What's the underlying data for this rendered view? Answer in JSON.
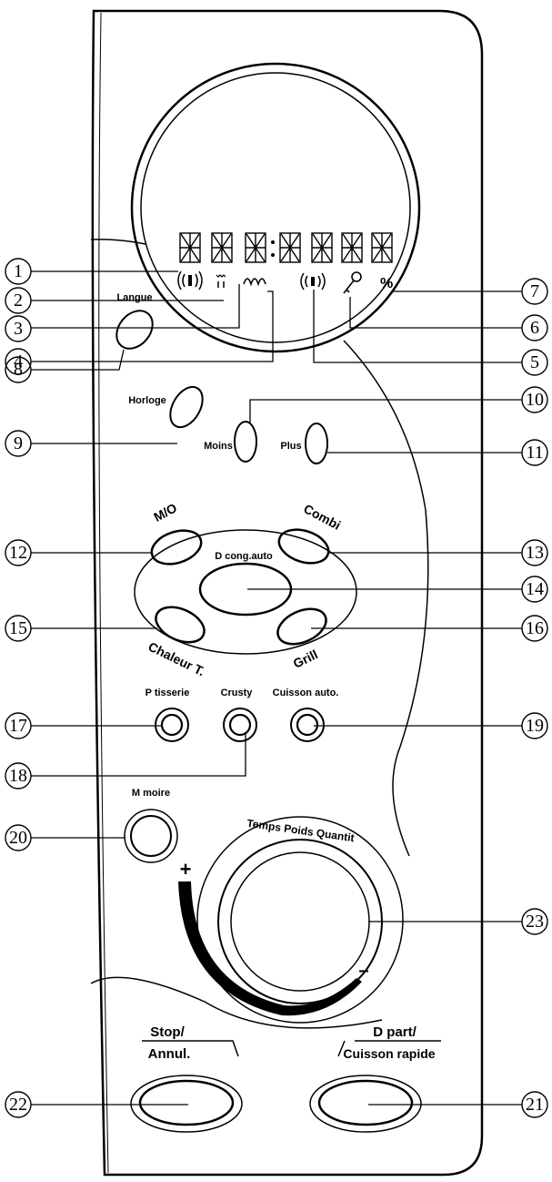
{
  "buttons": {
    "langue": "Langue",
    "horloge": "Horloge",
    "moins": "Moins",
    "plus": "Plus",
    "mo": "M/O",
    "combi": "Combi",
    "decong": "D cong.auto",
    "chaleur": "Chaleur T.",
    "grill": "Grill",
    "patisserie": "P tisserie",
    "crusty": "Crusty",
    "cuisson_auto": "Cuisson auto.",
    "memoire": "M moire",
    "dial": "Temps Poids Quantit",
    "stop_line1": "Stop/",
    "stop_line2": "Annul.",
    "depart_line1": "D part/",
    "depart_line2": "Cuisson rapide"
  },
  "display": {
    "percent_symbol": "%"
  },
  "dial_signs": {
    "plus": "+",
    "minus": "–"
  },
  "callouts": [
    "1",
    "2",
    "3",
    "4",
    "5",
    "6",
    "7",
    "8",
    "9",
    "10",
    "11",
    "12",
    "13",
    "14",
    "15",
    "16",
    "17",
    "18",
    "19",
    "20",
    "21",
    "22",
    "23"
  ]
}
